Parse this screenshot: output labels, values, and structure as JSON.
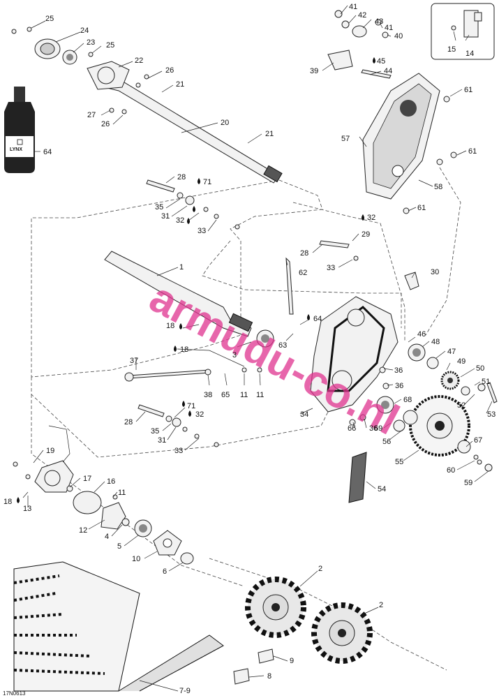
{
  "diagram": {
    "code": "17N0613",
    "watermark": "armudu-co.nl",
    "bottle_label": "LYNX",
    "callouts": [
      {
        "id": "c25a",
        "text": "25"
      },
      {
        "id": "c24",
        "text": "24"
      },
      {
        "id": "c23",
        "text": "23"
      },
      {
        "id": "c25b",
        "text": "25"
      },
      {
        "id": "c22",
        "text": "22"
      },
      {
        "id": "c26a",
        "text": "26"
      },
      {
        "id": "c21a",
        "text": "21"
      },
      {
        "id": "c27",
        "text": "27"
      },
      {
        "id": "c26b",
        "text": "26"
      },
      {
        "id": "c20",
        "text": "20"
      },
      {
        "id": "c21b",
        "text": "21"
      },
      {
        "id": "c64a",
        "text": "64"
      },
      {
        "id": "c28a",
        "text": "28"
      },
      {
        "id": "c71a",
        "text": "71"
      },
      {
        "id": "c35a",
        "text": "35"
      },
      {
        "id": "c31a",
        "text": "31"
      },
      {
        "id": "c32a",
        "text": "32"
      },
      {
        "id": "c33a",
        "text": "33"
      },
      {
        "id": "c41a",
        "text": "41"
      },
      {
        "id": "c42",
        "text": "42"
      },
      {
        "id": "c43",
        "text": "43"
      },
      {
        "id": "c41b",
        "text": "41"
      },
      {
        "id": "c40",
        "text": "40"
      },
      {
        "id": "c39",
        "text": "39"
      },
      {
        "id": "c45",
        "text": "45"
      },
      {
        "id": "c44",
        "text": "44"
      },
      {
        "id": "c61a",
        "text": "61"
      },
      {
        "id": "c57",
        "text": "57"
      },
      {
        "id": "c61b",
        "text": "61"
      },
      {
        "id": "c58",
        "text": "58"
      },
      {
        "id": "c61c",
        "text": "61"
      },
      {
        "id": "c15",
        "text": "15"
      },
      {
        "id": "c14",
        "text": "14"
      },
      {
        "id": "c32b",
        "text": "32"
      },
      {
        "id": "c29",
        "text": "29"
      },
      {
        "id": "c28b",
        "text": "28"
      },
      {
        "id": "c33b",
        "text": "33"
      },
      {
        "id": "c62",
        "text": "62"
      },
      {
        "id": "c30",
        "text": "30"
      },
      {
        "id": "c1",
        "text": "1"
      },
      {
        "id": "c18a",
        "text": "18"
      },
      {
        "id": "c3",
        "text": "3"
      },
      {
        "id": "c64b",
        "text": "64"
      },
      {
        "id": "c63",
        "text": "63"
      },
      {
        "id": "c46",
        "text": "46"
      },
      {
        "id": "c48",
        "text": "48"
      },
      {
        "id": "c47",
        "text": "47"
      },
      {
        "id": "c49",
        "text": "49"
      },
      {
        "id": "c50",
        "text": "50"
      },
      {
        "id": "c51",
        "text": "51"
      },
      {
        "id": "c52",
        "text": "52"
      },
      {
        "id": "c53",
        "text": "53"
      },
      {
        "id": "c37",
        "text": "37"
      },
      {
        "id": "c18b",
        "text": "18"
      },
      {
        "id": "c38",
        "text": "38"
      },
      {
        "id": "c65",
        "text": "65"
      },
      {
        "id": "c11a",
        "text": "11"
      },
      {
        "id": "c11b",
        "text": "11"
      },
      {
        "id": "c36a",
        "text": "36"
      },
      {
        "id": "c36b",
        "text": "36"
      },
      {
        "id": "c36c",
        "text": "36"
      },
      {
        "id": "c34",
        "text": "34"
      },
      {
        "id": "c66",
        "text": "66"
      },
      {
        "id": "c68",
        "text": "68"
      },
      {
        "id": "c69",
        "text": "69"
      },
      {
        "id": "c56",
        "text": "56"
      },
      {
        "id": "c67",
        "text": "67"
      },
      {
        "id": "c55",
        "text": "55"
      },
      {
        "id": "c60",
        "text": "60"
      },
      {
        "id": "c59",
        "text": "59"
      },
      {
        "id": "c54",
        "text": "54"
      },
      {
        "id": "c28c",
        "text": "28"
      },
      {
        "id": "c71b",
        "text": "71"
      },
      {
        "id": "c32c",
        "text": "32"
      },
      {
        "id": "c35b",
        "text": "35"
      },
      {
        "id": "c31b",
        "text": "31"
      },
      {
        "id": "c33c",
        "text": "33"
      },
      {
        "id": "c19",
        "text": "19"
      },
      {
        "id": "c17",
        "text": "17"
      },
      {
        "id": "c16",
        "text": "16"
      },
      {
        "id": "c11c",
        "text": "11"
      },
      {
        "id": "c18c",
        "text": "18"
      },
      {
        "id": "c13",
        "text": "13"
      },
      {
        "id": "c12",
        "text": "12"
      },
      {
        "id": "c4",
        "text": "4"
      },
      {
        "id": "c5",
        "text": "5"
      },
      {
        "id": "c10",
        "text": "10"
      },
      {
        "id": "c6",
        "text": "6"
      },
      {
        "id": "c2a",
        "text": "2"
      },
      {
        "id": "c2b",
        "text": "2"
      },
      {
        "id": "c9",
        "text": "9"
      },
      {
        "id": "c8",
        "text": "8"
      },
      {
        "id": "c79",
        "text": "7-9"
      }
    ]
  }
}
